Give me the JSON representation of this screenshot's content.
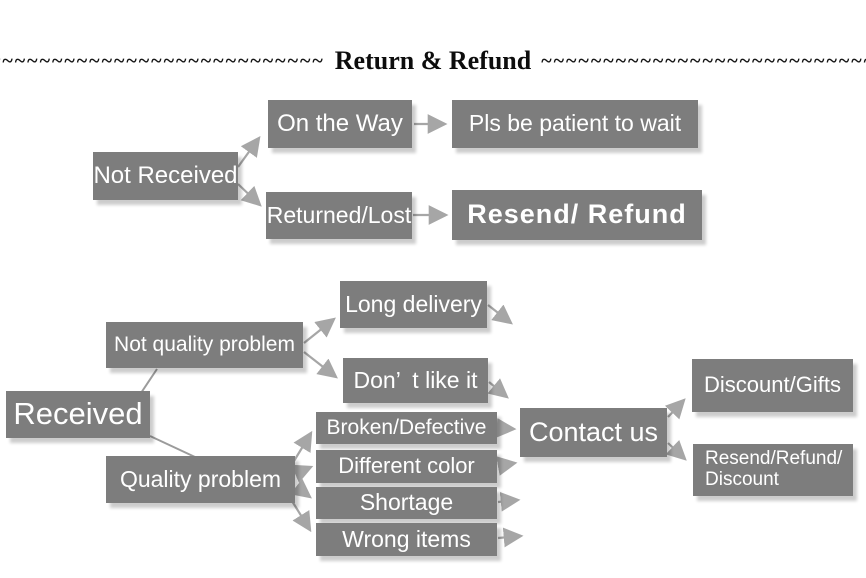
{
  "title": {
    "text": "Return & Refund",
    "tildes_left": "~~~~~~~~~~~~~~~~~~~~~~~~~~~~~~~~~~~~~~~~",
    "tildes_right": "~~~~~~~~~~~~~~~~~~~~~~~~~~~~~~~~~~~~~~~~"
  },
  "flowchart": {
    "nodes": {
      "not_received": {
        "label": "Not Received"
      },
      "on_the_way": {
        "label": "On the Way"
      },
      "pls_wait": {
        "label": "Pls be patient to wait"
      },
      "returned_lost": {
        "label": "Returned/Lost"
      },
      "resend_refund": {
        "label": "Resend/ Refund"
      },
      "received": {
        "label": "Received"
      },
      "not_quality_problem": {
        "label": "Not quality problem"
      },
      "long_delivery": {
        "label": "Long delivery"
      },
      "dont_like_it": {
        "label": "Don’ t like it"
      },
      "quality_problem": {
        "label": "Quality problem"
      },
      "broken_defective": {
        "label": "Broken/Defective"
      },
      "different_color": {
        "label": "Different color"
      },
      "shortage": {
        "label": "Shortage"
      },
      "wrong_items": {
        "label": "Wrong items"
      },
      "contact_us": {
        "label": "Contact us"
      },
      "discount_gifts": {
        "label": "Discount/Gifts"
      },
      "resend_refund_discount": {
        "label": "Resend/Refund/\nDiscount"
      }
    },
    "edges": [
      {
        "from": "not_received",
        "to": "on_the_way",
        "arrow": true
      },
      {
        "from": "not_received",
        "to": "returned_lost",
        "arrow": true
      },
      {
        "from": "on_the_way",
        "to": "pls_wait",
        "arrow": true
      },
      {
        "from": "returned_lost",
        "to": "resend_refund",
        "arrow": true
      },
      {
        "from": "received",
        "to": "not_quality_problem",
        "arrow": false
      },
      {
        "from": "received",
        "to": "quality_problem",
        "arrow": false
      },
      {
        "from": "not_quality_problem",
        "to": "long_delivery",
        "arrow": true
      },
      {
        "from": "not_quality_problem",
        "to": "dont_like_it",
        "arrow": true
      },
      {
        "from": "long_delivery",
        "to": "contact_us",
        "arrow": true
      },
      {
        "from": "dont_like_it",
        "to": "contact_us",
        "arrow": true
      },
      {
        "from": "quality_problem",
        "to": "broken_defective",
        "arrow": true
      },
      {
        "from": "quality_problem",
        "to": "different_color",
        "arrow": true
      },
      {
        "from": "quality_problem",
        "to": "shortage",
        "arrow": true
      },
      {
        "from": "quality_problem",
        "to": "wrong_items",
        "arrow": true
      },
      {
        "from": "broken_defective",
        "to": "contact_us",
        "arrow": true
      },
      {
        "from": "different_color",
        "to": "contact_us",
        "arrow": true
      },
      {
        "from": "shortage",
        "to": "contact_us",
        "arrow": true
      },
      {
        "from": "wrong_items",
        "to": "contact_us",
        "arrow": true
      },
      {
        "from": "contact_us",
        "to": "discount_gifts",
        "arrow": true
      },
      {
        "from": "contact_us",
        "to": "resend_refund_discount",
        "arrow": true
      }
    ],
    "colors": {
      "box_fill": "#7d7d7d",
      "box_text": "#ffffff",
      "arrow": "#a6a6a6",
      "title_text": "#0d0d0d",
      "background": "#ffffff"
    }
  }
}
